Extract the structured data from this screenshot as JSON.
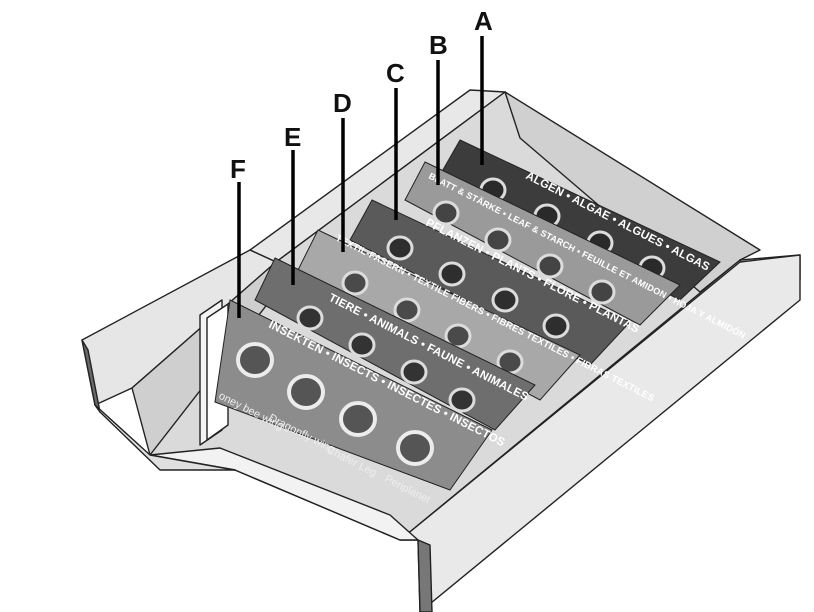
{
  "callouts": [
    "A",
    "B",
    "C",
    "D",
    "E",
    "F"
  ],
  "cards": [
    {
      "id": "A",
      "title": "ALGEN • ALGAE • ALGUES • ALGAS",
      "color": "#3c3c3c"
    },
    {
      "id": "B",
      "title": "BLATT & STÄRKE • LEAF & STARCH • FEUILLE ET AMIDON • HOJA Y ALMIDÓN",
      "color": "#9a9a9a"
    },
    {
      "id": "C",
      "title": "PFLANZEN • PLANTS • FLORE • PLANTAS",
      "color": "#5a5a5a"
    },
    {
      "id": "D",
      "title": "TEXTIL-FASERN • TEXTILE FIBERS • FIBRES TEXTILES • FIBRAS TEXTILES",
      "color": "#a8a8a8"
    },
    {
      "id": "E",
      "title": "TIERE • ANIMALS • FAUNE • ANIMALES",
      "color": "#6e6e6e"
    },
    {
      "id": "F",
      "title": "INSEKTEN • INSECTS • INSECTES • INSECTOS",
      "color": "#8c8c8c"
    }
  ],
  "specimen_labels": [
    "oney bee wing",
    "Dragonfly wing",
    "Chafer Leg",
    "Periplanet"
  ],
  "colors": {
    "tray": "#e4e4e4",
    "tray_edge": "#555555",
    "outline": "#111111",
    "hole_ring": "#dcdcdc"
  }
}
